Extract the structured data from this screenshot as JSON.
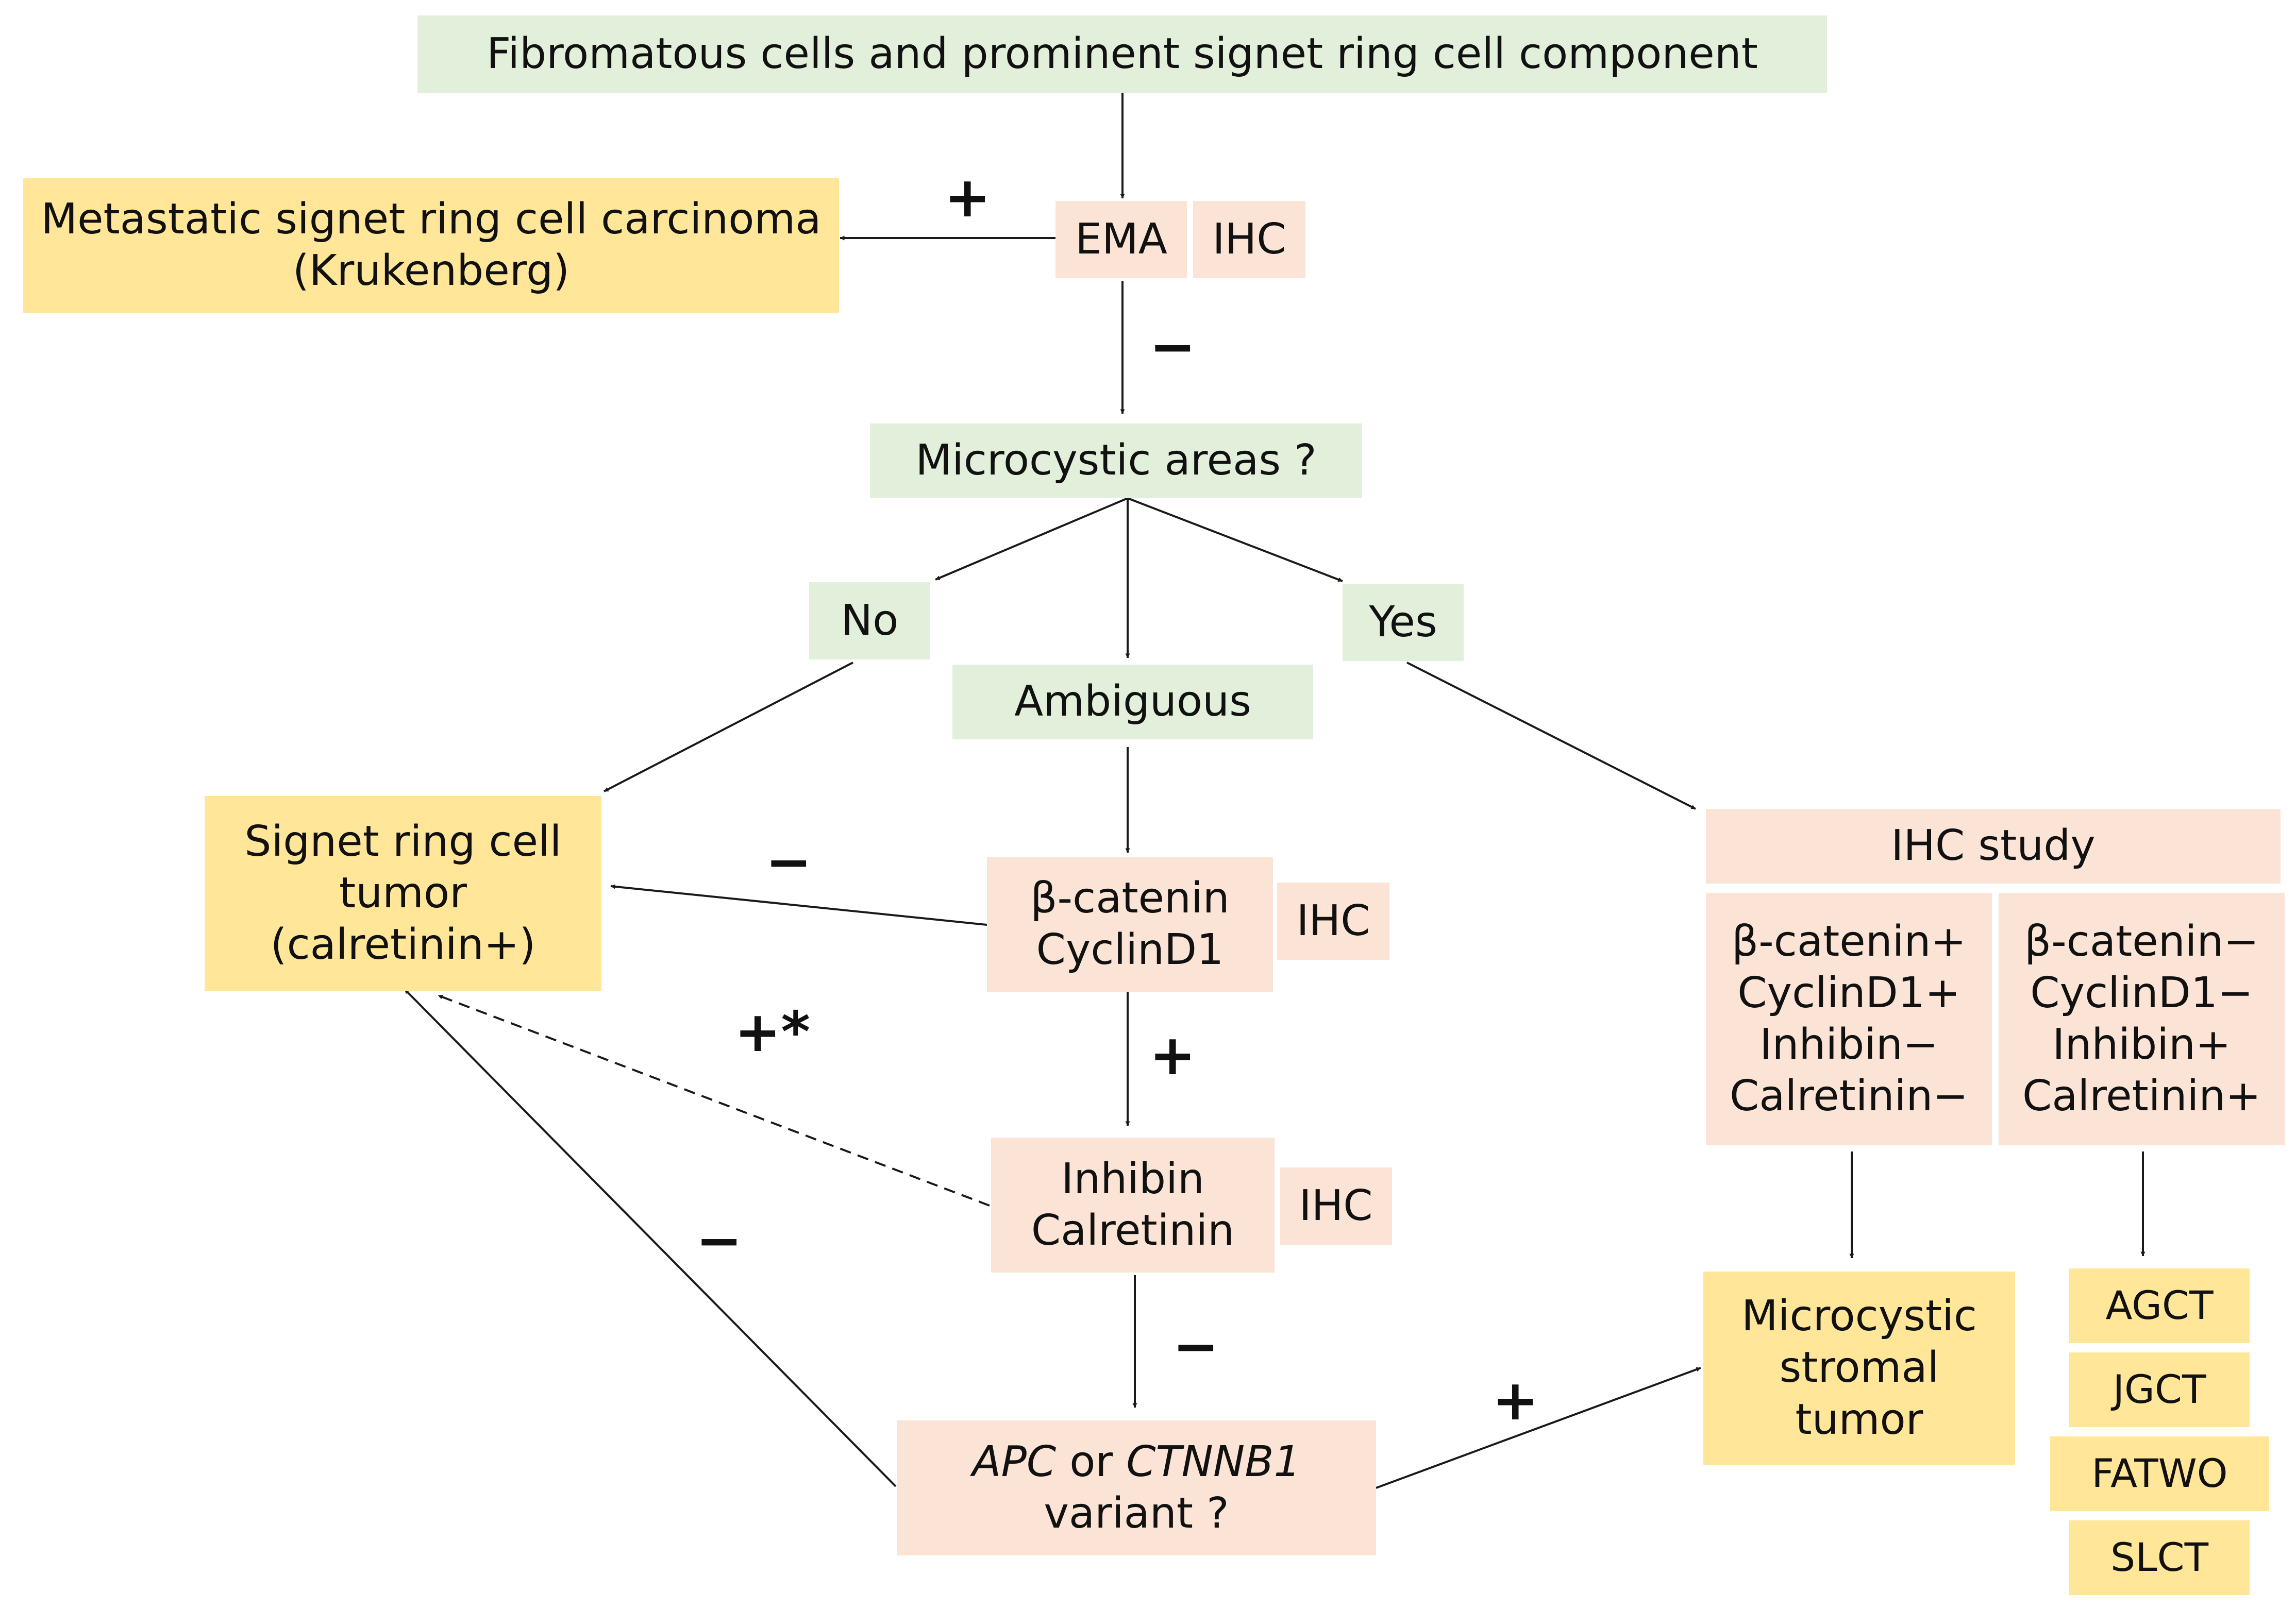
{
  "nodes": {
    "start": "Fibromatous cells and prominent signet ring cell component",
    "krukenberg_line1": "Metastatic signet ring cell carcinoma",
    "krukenberg_line2": "(Krukenberg)",
    "ema": "EMA",
    "ihc_ema": "IHC",
    "microcystic": "Microcystic areas ?",
    "no": "No",
    "ambiguous": "Ambiguous",
    "yes": "Yes",
    "srct_line1": "Signet ring cell",
    "srct_line2": "tumor",
    "srct_line3": "(calretinin+)",
    "bcat_line1": "β-catenin",
    "bcat_line2": "CyclinD1",
    "ihc_bcat": "IHC",
    "inhibin_line1": "Inhibin",
    "inhibin_line2": "Calretinin",
    "ihc_inhibin": "IHC",
    "apc_gene1": "APC",
    "apc_or": " or ",
    "apc_gene2": "CTNNB1",
    "apc_line2": "variant ?",
    "ihc_study": "IHC study",
    "pos_profile": [
      "β-catenin+",
      "CyclinD1+",
      "Inhibin−",
      "Calretinin−"
    ],
    "neg_profile": [
      "β-catenin−",
      "CyclinD1−",
      "Inhibin+",
      "Calretinin+"
    ],
    "mst_line1": "Microcystic",
    "mst_line2": "stromal",
    "mst_line3": "tumor",
    "differentials": [
      "AGCT",
      "JGCT",
      "FATWO",
      "SLCT"
    ]
  },
  "signs": {
    "ema_pos": "+",
    "ema_neg": "−",
    "bcat_neg": "−",
    "bcat_pos": "+",
    "inhibin_pos": "+*",
    "variant_neg": "−",
    "inhibin_neg": "−",
    "variant_pos": "+"
  },
  "colors": {
    "green": "#e2efda",
    "pink": "#fbe4d5",
    "yellow": "#ffe699",
    "line": "#1a1a1a"
  },
  "edge_styles": {
    "solid": "solid",
    "dashed": "dashed"
  }
}
